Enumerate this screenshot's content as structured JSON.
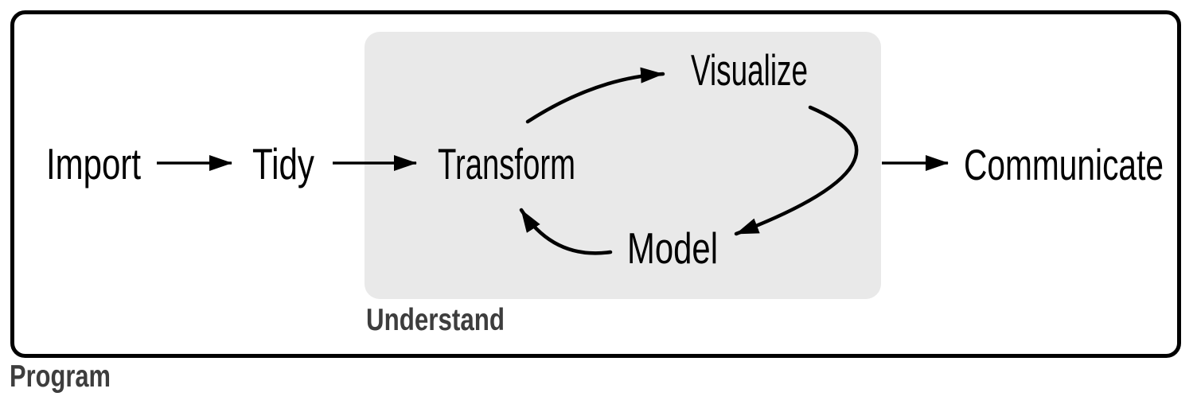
{
  "diagram": {
    "nodes": {
      "import": "Import",
      "tidy": "Tidy",
      "transform": "Transform",
      "visualize": "Visualize",
      "model": "Model",
      "communicate": "Communicate"
    },
    "groups": {
      "understand": {
        "label": "Understand",
        "contains": [
          "Transform",
          "Visualize",
          "Model"
        ]
      },
      "program": {
        "label": "Program",
        "contains": [
          "Import",
          "Tidy",
          "Transform",
          "Visualize",
          "Model",
          "Communicate"
        ]
      }
    },
    "edges": [
      {
        "from": "Import",
        "to": "Tidy",
        "style": "straight"
      },
      {
        "from": "Tidy",
        "to": "Transform",
        "style": "straight"
      },
      {
        "from": "Transform",
        "to": "Visualize",
        "style": "curved"
      },
      {
        "from": "Visualize",
        "to": "Model",
        "style": "curved"
      },
      {
        "from": "Model",
        "to": "Transform",
        "style": "curved"
      },
      {
        "from": "Understand",
        "to": "Communicate",
        "style": "straight"
      }
    ],
    "colors": {
      "node_text": "#000000",
      "group_label_text": "#3d3d3d",
      "understand_box_fill": "#e9e9e9",
      "program_box_border": "#000000",
      "background": "#ffffff"
    }
  }
}
